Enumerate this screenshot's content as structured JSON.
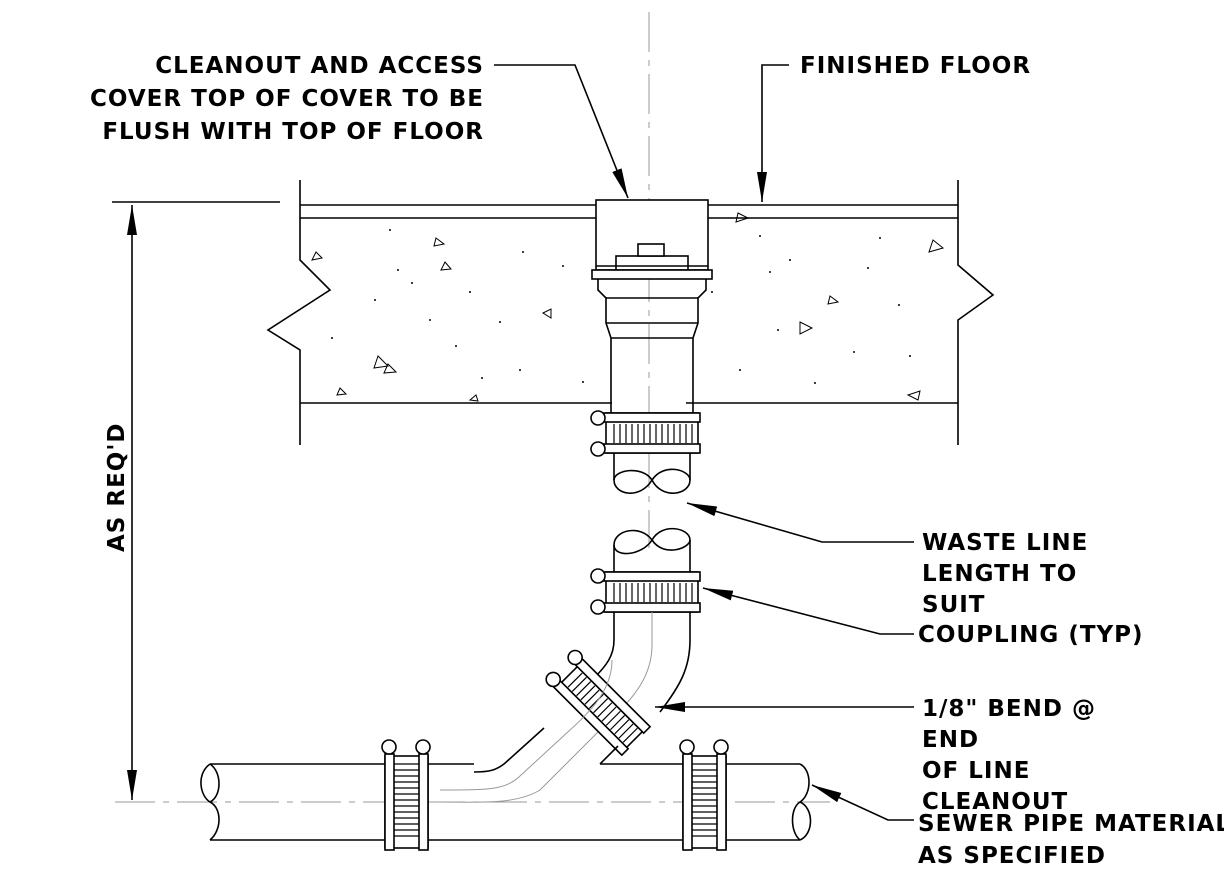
{
  "labels": {
    "cleanout_line1": "CLEANOUT AND ACCESS",
    "cleanout_line2": "COVER TOP OF COVER TO BE",
    "cleanout_line3": "FLUSH WITH TOP OF FLOOR",
    "finished_floor": "FINISHED FLOOR",
    "waste_line1": "WASTE LINE",
    "waste_line2": "LENGTH TO",
    "waste_line3": "SUIT",
    "coupling": "COUPLING (TYP)",
    "bend_line1": "1/8\" BEND @",
    "bend_line2": "END",
    "bend_line3": "OF LINE",
    "bend_line4": "CLEANOUT",
    "sewer_line1": "SEWER PIPE MATERIAL",
    "sewer_line2": "AS SPECIFIED",
    "as_reqd": "AS REQ'D"
  },
  "colors": {
    "line": "#000000",
    "centerline": "#999999",
    "background": "#ffffff"
  }
}
